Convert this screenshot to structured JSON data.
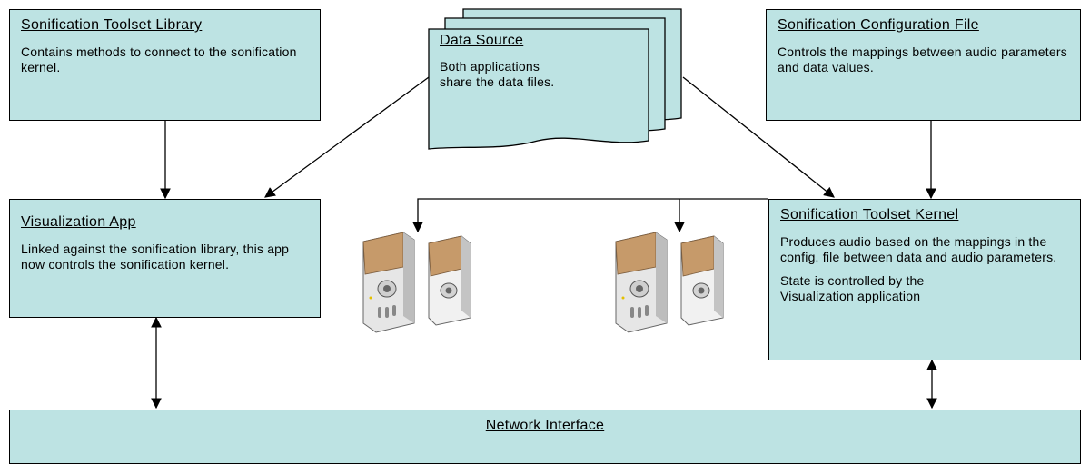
{
  "toolset_library": {
    "title": "Sonification Toolset Library",
    "description": "Contains methods to connect to the sonification kernel."
  },
  "data_source": {
    "title": "Data Source",
    "description": "Both applications share the data files."
  },
  "config_file": {
    "title": "Sonification Configuration File",
    "description": "Controls the mappings between audio parameters and data values."
  },
  "visualization_app": {
    "title": "Visualization App",
    "description": "Linked against the sonification library, this app now controls the sonification kernel."
  },
  "toolset_kernel": {
    "title": "Sonification Toolset Kernel",
    "description": "Produces audio based on the mappings in the config. file between data and audio parameters.",
    "state_note": "State is controlled by the Visualization application"
  },
  "network_interface": {
    "title": "Network Interface"
  },
  "speakers": [
    {
      "icon": "speaker-icon"
    },
    {
      "icon": "speaker-icon"
    }
  ],
  "colors": {
    "box_fill": "#bde3e3",
    "stroke": "#000000",
    "speaker_wood": "#c69a6a",
    "speaker_body": "#e8e8e8"
  }
}
